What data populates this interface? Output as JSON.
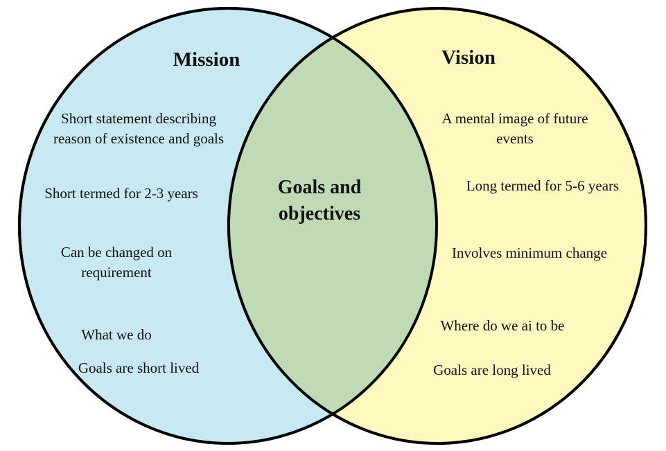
{
  "colors": {
    "mission_fill": "#c8e8f2",
    "vision_fill": "#fff9c0",
    "overlap_fill": "#c0dab5",
    "outline": "#000000"
  },
  "mission": {
    "title": "Mission",
    "items": [
      {
        "line1": "Short statement describing",
        "line2": "reason of existence and goals"
      },
      {
        "line1": "Short termed for 2-3 years",
        "line2": ""
      },
      {
        "line1": "Can be changed on",
        "line2": "requirement"
      },
      {
        "line1": "What we do",
        "line2": ""
      },
      {
        "line1": "Goals are short lived",
        "line2": ""
      }
    ]
  },
  "vision": {
    "title": "Vision",
    "items": [
      {
        "line1": "A mental image of future",
        "line2": "events"
      },
      {
        "line1": "Long termed for 5-6 years",
        "line2": ""
      },
      {
        "line1": "Involves minimum change",
        "line2": ""
      },
      {
        "line1": "Where do we ai to be",
        "line2": ""
      },
      {
        "line1": "Goals are long lived",
        "line2": ""
      }
    ]
  },
  "overlap": {
    "line1": "Goals and",
    "line2": "objectives"
  }
}
